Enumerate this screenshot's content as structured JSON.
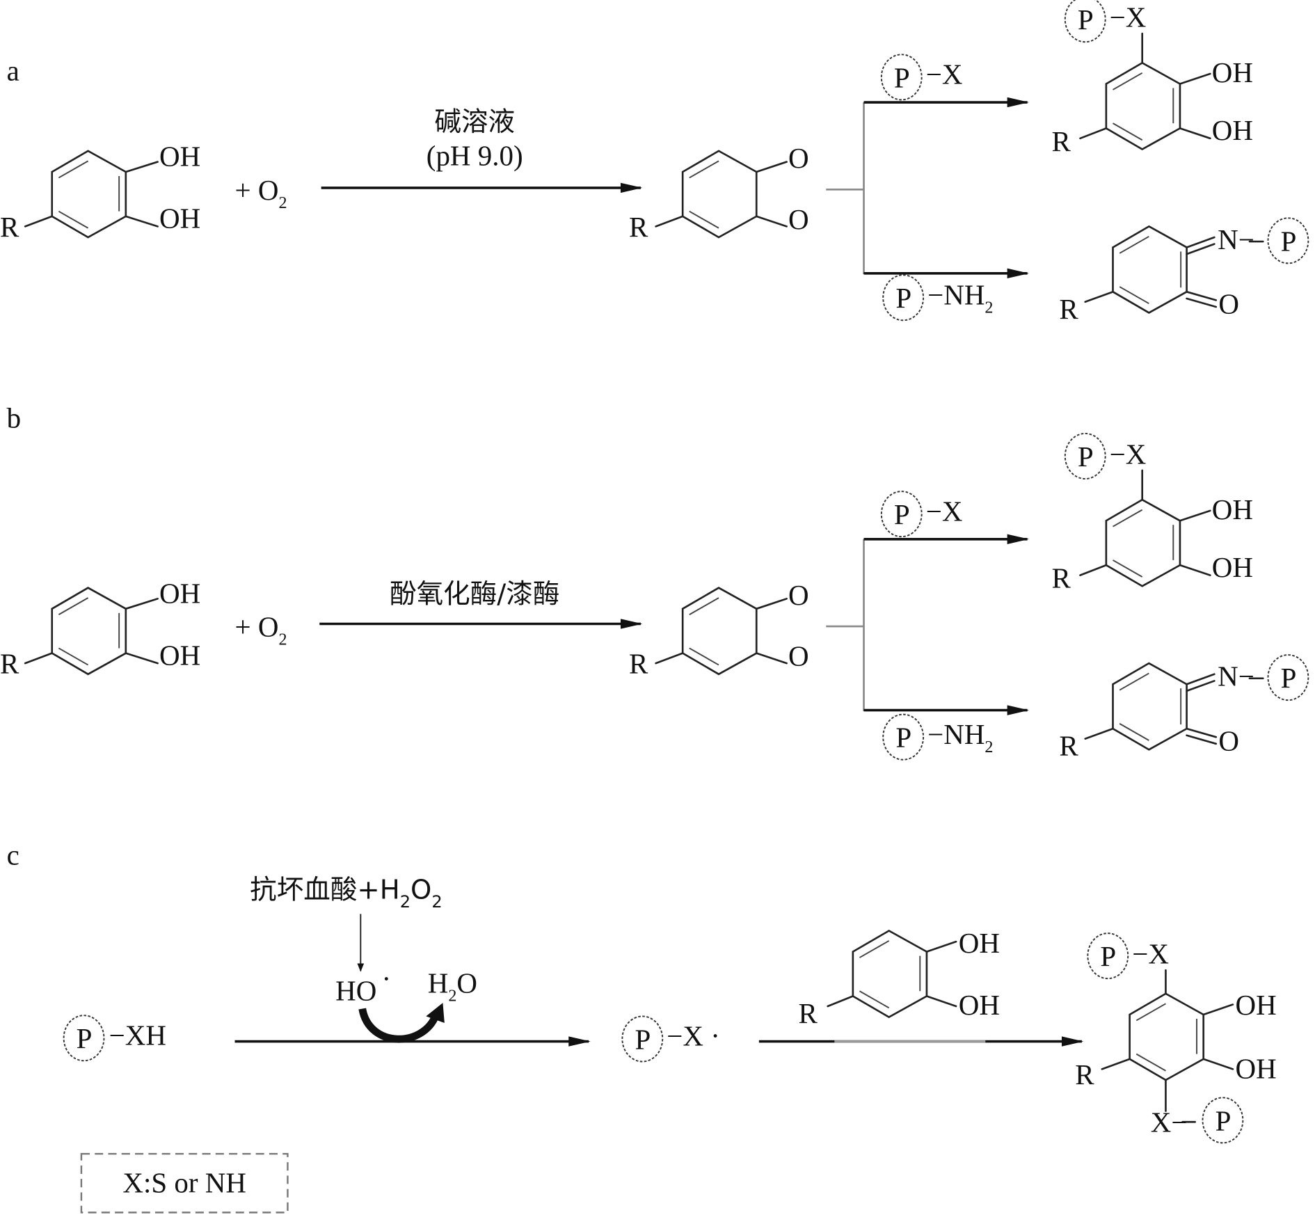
{
  "figure": {
    "panels": [
      {
        "id": "a",
        "label": "a",
        "reactant": {
          "substituent": "R",
          "groups": [
            "OH",
            "OH"
          ]
        },
        "plus": "+ O",
        "plus_sub": "2",
        "condition_line1": "碱溶液",
        "condition_line2": "(pH 9.0)",
        "intermediate": {
          "substituent": "R",
          "groups": [
            "O",
            "O"
          ]
        },
        "branch_top": {
          "reagent_p": "P",
          "reagent_rest": "−X",
          "product": {
            "p": "P",
            "x": "−X",
            "r": "R",
            "groups": [
              "OH",
              "OH"
            ]
          }
        },
        "branch_bottom": {
          "reagent_p": "P",
          "reagent_rest": "−NH",
          "reagent_sub": "2",
          "product": {
            "r": "R",
            "n": "N−",
            "p": "P",
            "o": "O"
          }
        }
      },
      {
        "id": "b",
        "label": "b",
        "reactant": {
          "substituent": "R",
          "groups": [
            "OH",
            "OH"
          ]
        },
        "plus": "+ O",
        "plus_sub": "2",
        "condition_line1": "酚氧化酶/漆酶",
        "intermediate": {
          "substituent": "R",
          "groups": [
            "O",
            "O"
          ]
        },
        "branch_top": {
          "reagent_p": "P",
          "reagent_rest": "−X",
          "product": {
            "p": "P",
            "x": "−X",
            "r": "R",
            "groups": [
              "OH",
              "OH"
            ]
          }
        },
        "branch_bottom": {
          "reagent_p": "P",
          "reagent_rest": "−NH",
          "reagent_sub": "2",
          "product": {
            "r": "R",
            "n": "N−",
            "p": "P",
            "o": "O"
          }
        }
      },
      {
        "id": "c",
        "label": "c",
        "reagent_top": "抗坏血酸+H",
        "reagent_top_sub1": "2",
        "reagent_top_mid": "O",
        "reagent_top_sub2": "2",
        "radical": "HO",
        "radical_dot": "·",
        "water": "H",
        "water_sub": "2",
        "water_end": "O",
        "start": {
          "p": "P",
          "rest": "−XH"
        },
        "intermediate": {
          "p": "P",
          "rest": "−X ·"
        },
        "coreactant": {
          "r": "R",
          "groups": [
            "OH",
            "OH"
          ]
        },
        "product": {
          "p_top": "P",
          "x_top": "−X",
          "r": "R",
          "groups": [
            "OH",
            "OH"
          ],
          "x_bottom": "X−",
          "p_bottom": "P"
        }
      }
    ],
    "legend_box": "X:S or NH"
  }
}
